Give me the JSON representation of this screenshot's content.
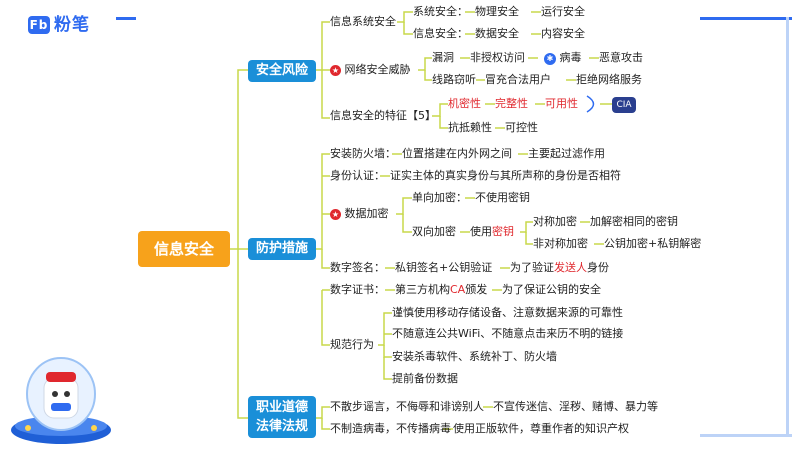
{
  "brand": {
    "name": "粉笔",
    "mark": "Fb"
  },
  "root": "信息安全",
  "branches": {
    "risk": "安全风险",
    "protect": "防护措施",
    "ethics": [
      "职业道德",
      "法律法规"
    ]
  },
  "risk": {
    "sys_security": "信息系统安全",
    "sys_safe": "系统安全：",
    "physical": "物理安全",
    "running": "运行安全",
    "info_safe": "信息安全：",
    "data_safe": "数据安全",
    "content_safe": "内容安全",
    "threat": "网络安全威胁",
    "leak": "漏洞",
    "unauth": "非授权访问",
    "virus": "病毒",
    "malicious": "恶意攻击",
    "eavesdrop": "线路窃听",
    "fake_user": "冒充合法用户",
    "deny": "拒绝网络服务",
    "features": "信息安全的特征【5】",
    "confidential": "机密性",
    "integrity": "完整性",
    "availability": "可用性",
    "cia": "CIA",
    "nonrepudiation": "抗抵赖性",
    "controllable": "可控性"
  },
  "protect": {
    "firewall": "安装防火墙：",
    "fw_pos": "位置搭建在内外网之间",
    "fw_func": "主要起过滤作用",
    "auth": "身份认证：",
    "auth_desc": "证实主体的真实身份与其所声称的身份是否相符",
    "encrypt": "数据加密",
    "one_way": "单向加密：",
    "no_key": "不使用密钥",
    "two_way": "双向加密",
    "use_key_prefix": "使用",
    "use_key_red": "密钥",
    "sym": "对称加密",
    "sym_desc": "加解密相同的密钥",
    "asym": "非对称加密",
    "asym_desc": "公钥加密+私钥解密",
    "signature": "数字签名：",
    "sig_how": "私钥签名+公钥验证",
    "sig_why_a": "为了验证",
    "sig_why_red": "发送人",
    "sig_why_b": "身份",
    "cert": "数字证书：",
    "cert_a": "第三方机构",
    "cert_red": "CA",
    "cert_b": "颁发",
    "cert_why": "为了保证公钥的安全",
    "norms": "规范行为",
    "norm1": "谨慎使用移动存储设备、注意数据来源的可靠性",
    "norm2": "不随意连公共WiFi、不随意点击来历不明的链接",
    "norm3": "安装杀毒软件、系统补丁、防火墙",
    "norm4": "提前备份数据"
  },
  "ethics": {
    "line1a": "不散步谣言，不侮辱和诽谤别人",
    "line1b": "不宣传迷信、淫秽、赌博、暴力等",
    "line2a": "不制造病毒，不传播病毒",
    "line2b": "使用正版软件，尊重作者的知识产权"
  },
  "colors": {
    "root": "#f7a21b",
    "branch": "#1a8fd8",
    "line": "#c8d84a",
    "highlight": "#e0282e",
    "cia": "#2a3f8f"
  }
}
